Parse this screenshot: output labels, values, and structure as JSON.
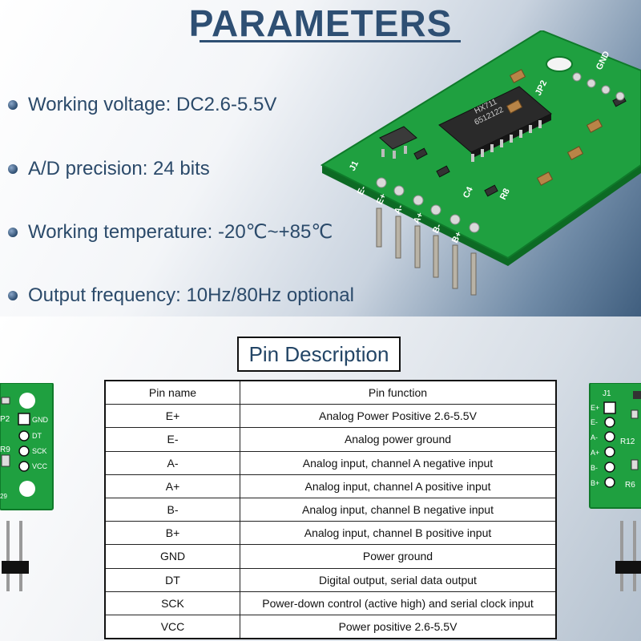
{
  "header": {
    "title": "PARAMETERS"
  },
  "parameters": [
    "Working voltage: DC2.6-5.5V",
    "A/D precision: 24 bits",
    "Working temperature: -20℃~+85℃",
    "Output frequency: 10Hz/80Hz optional"
  ],
  "pin_section": {
    "title": "Pin Description"
  },
  "pin_table": {
    "headers": [
      "Pin name",
      "Pin function"
    ],
    "rows": [
      [
        "E+",
        "Analog Power Positive 2.6-5.5V"
      ],
      [
        "E-",
        "Analog power ground"
      ],
      [
        "A-",
        "Analog input, channel A negative input"
      ],
      [
        "A+",
        "Analog input, channel A positive input"
      ],
      [
        "B-",
        "Analog input, channel B negative input"
      ],
      [
        "B+",
        "Analog input, channel B positive input"
      ],
      [
        "GND",
        "Power ground"
      ],
      [
        "DT",
        "Digital output, serial data output"
      ],
      [
        "SCK",
        "Power-down control (active high) and serial clock input"
      ],
      [
        "VCC",
        "Power positive 2.6-5.5V"
      ]
    ]
  },
  "main_board": {
    "chip_lines": [
      "HX711",
      "6512122"
    ],
    "labels": [
      "JP2",
      "J1",
      "R8",
      "C4",
      "E-",
      "E+",
      "A-",
      "A+",
      "B-",
      "B+",
      "GND"
    ]
  },
  "left_board": {
    "labels": [
      "P2",
      "R9",
      "29"
    ],
    "pin_labels": [
      "GND",
      "DT",
      "SCK",
      "VCC"
    ]
  },
  "right_board": {
    "labels": [
      "J1",
      "R12",
      "R6"
    ],
    "pin_labels": [
      "E+",
      "E-",
      "A-",
      "A+",
      "B-",
      "B+"
    ]
  },
  "colors": {
    "title": "#2e4f73",
    "text": "#2b4a6a",
    "pcb": "#1a9a3a",
    "pcb_dark": "#0f7a2a",
    "chip": "#2a2a2a"
  }
}
